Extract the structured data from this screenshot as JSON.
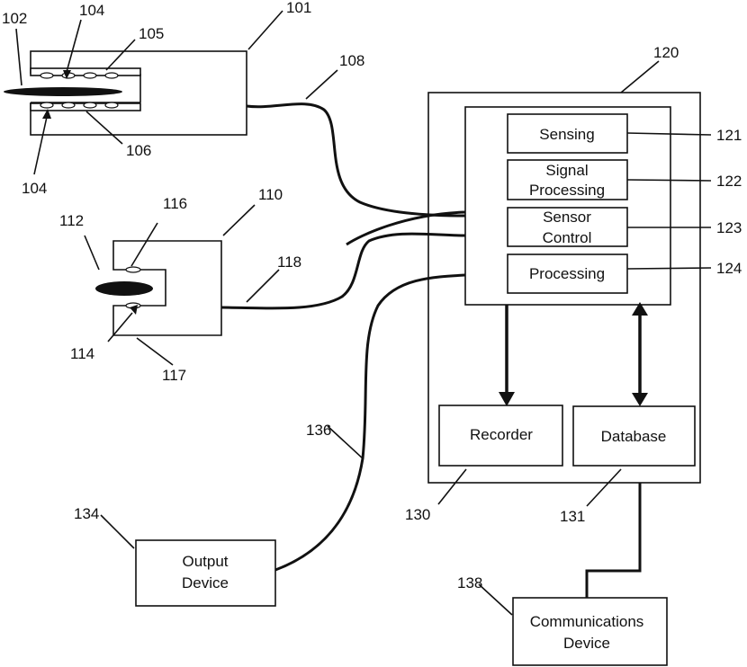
{
  "reference_numerals": {
    "n101": "101",
    "n102": "102",
    "n104a": "104",
    "n104b": "104",
    "n105": "105",
    "n106": "106",
    "n108": "108",
    "n110": "110",
    "n112": "112",
    "n114": "114",
    "n116": "116",
    "n117": "117",
    "n118": "118",
    "n120": "120",
    "n121": "121",
    "n122": "122",
    "n123": "123",
    "n124": "124",
    "n130": "130",
    "n131": "131",
    "n134": "134",
    "n136": "136",
    "n138": "138"
  },
  "modules": {
    "sensing": [
      "Sensing"
    ],
    "signal_processing": [
      "Signal",
      "Processing"
    ],
    "sensor_control": [
      "Sensor",
      "Control"
    ],
    "processing": [
      "Processing"
    ]
  },
  "blocks": {
    "recorder": "Recorder",
    "database": "Database",
    "output_device": [
      "Output",
      "Device"
    ],
    "communications_device": [
      "Communications",
      "Device"
    ]
  }
}
